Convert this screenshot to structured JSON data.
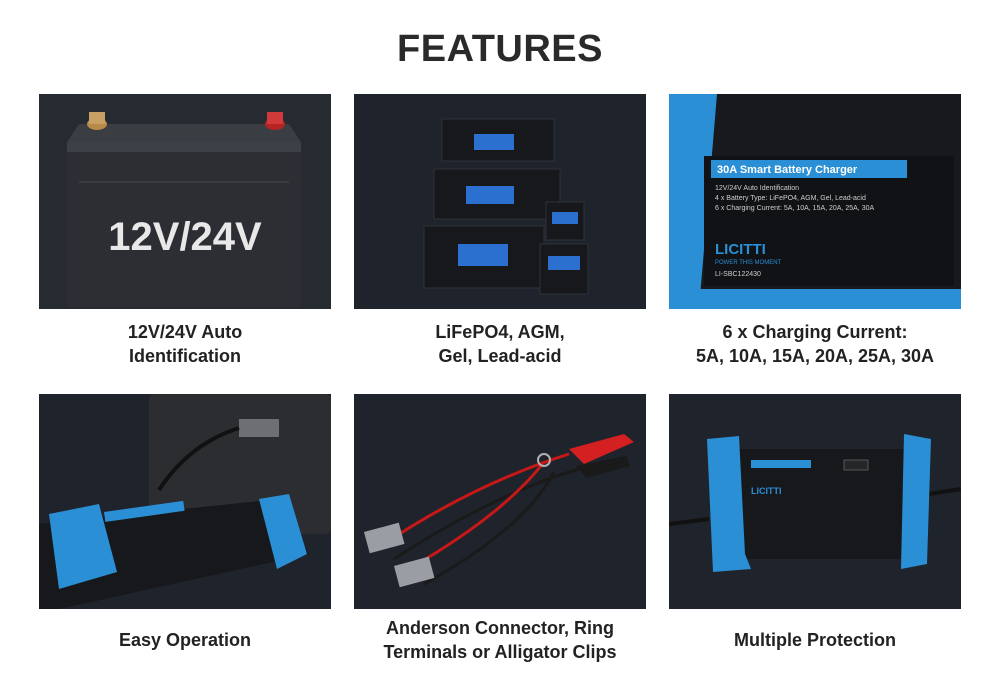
{
  "title": "FEATURES",
  "features": [
    {
      "line1": "12V/24V Auto",
      "line2": "Identification",
      "overlay": "12V/24V"
    },
    {
      "line1": "LiFePO4, AGM,",
      "line2": "Gel, Lead-acid"
    },
    {
      "line1": "6 x Charging Current:",
      "line2": "5A, 10A, 15A, 20A, 25A, 30A",
      "label_title": "30A Smart Battery Charger",
      "label_line1": "12V/24V Auto Identification",
      "label_line2": "4 x Battery Type: LiFePO4, AGM, Gel, Lead-acid",
      "label_line3": "6 x Charging Current: 5A, 10A, 15A, 20A, 25A, 30A",
      "brand": "LICITTI",
      "slogan": "POWER THIS MOMENT",
      "model": "LI-SBC122430"
    },
    {
      "line1": "Easy Operation",
      "line2": ""
    },
    {
      "line1": "Anderson Connector, Ring",
      "line2": "Terminals or Alligator Clips"
    },
    {
      "line1": "Multiple Protection",
      "line2": ""
    }
  ],
  "colors": {
    "tile_bg": "#1f232b",
    "accent_blue": "#2b8fd6",
    "clip_red": "#d42020"
  }
}
